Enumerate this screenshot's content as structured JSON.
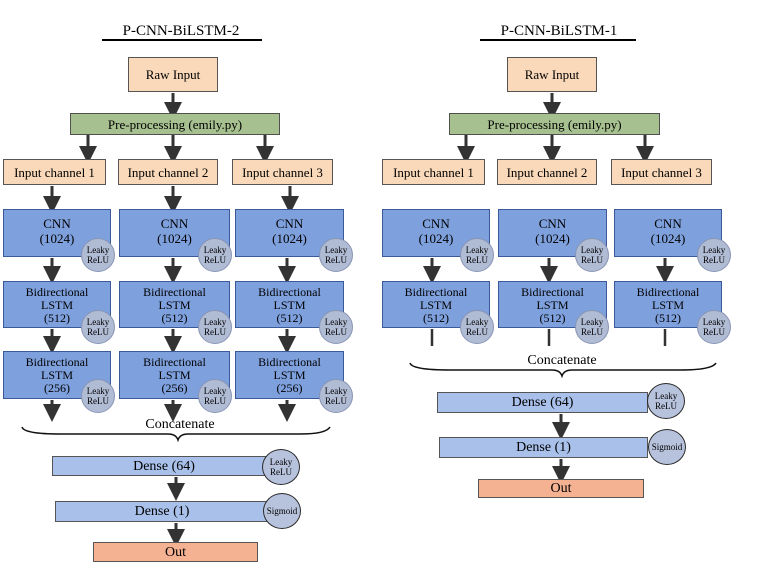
{
  "left": {
    "title": "P-CNN-BiLSTM-2",
    "raw_input": "Raw Input",
    "preprocessing": "Pre-processing (emily.py)",
    "channels": [
      "Input channel 1",
      "Input channel 2",
      "Input channel 3"
    ],
    "cnn": {
      "line1": "CNN",
      "line2": "(1024)"
    },
    "bilstm1": {
      "line1": "Bidirectional",
      "line2": "LSTM",
      "line3": "(512)"
    },
    "bilstm2": {
      "line1": "Bidirectional",
      "line2": "LSTM",
      "line3": "(256)"
    },
    "concatenate": "Concatenate",
    "dense64": "Dense (64)",
    "dense1": "Dense (1)",
    "out": "Out"
  },
  "right": {
    "title": "P-CNN-BiLSTM-1",
    "raw_input": "Raw Input",
    "preprocessing": "Pre-processing (emily.py)",
    "channels": [
      "Input channel 1",
      "Input channel 2",
      "Input channel 3"
    ],
    "cnn": {
      "line1": "CNN",
      "line2": "(1024)"
    },
    "bilstm1": {
      "line1": "Bidirectional",
      "line2": "LSTM",
      "line3": "(512)"
    },
    "concatenate": "Concatenate",
    "dense64": "Dense (64)",
    "dense1": "Dense (1)",
    "out": "Out"
  },
  "activations": {
    "leaky_l1": "Leaky",
    "leaky_l2": "ReLU",
    "sigmoid": "Sigmoid"
  }
}
